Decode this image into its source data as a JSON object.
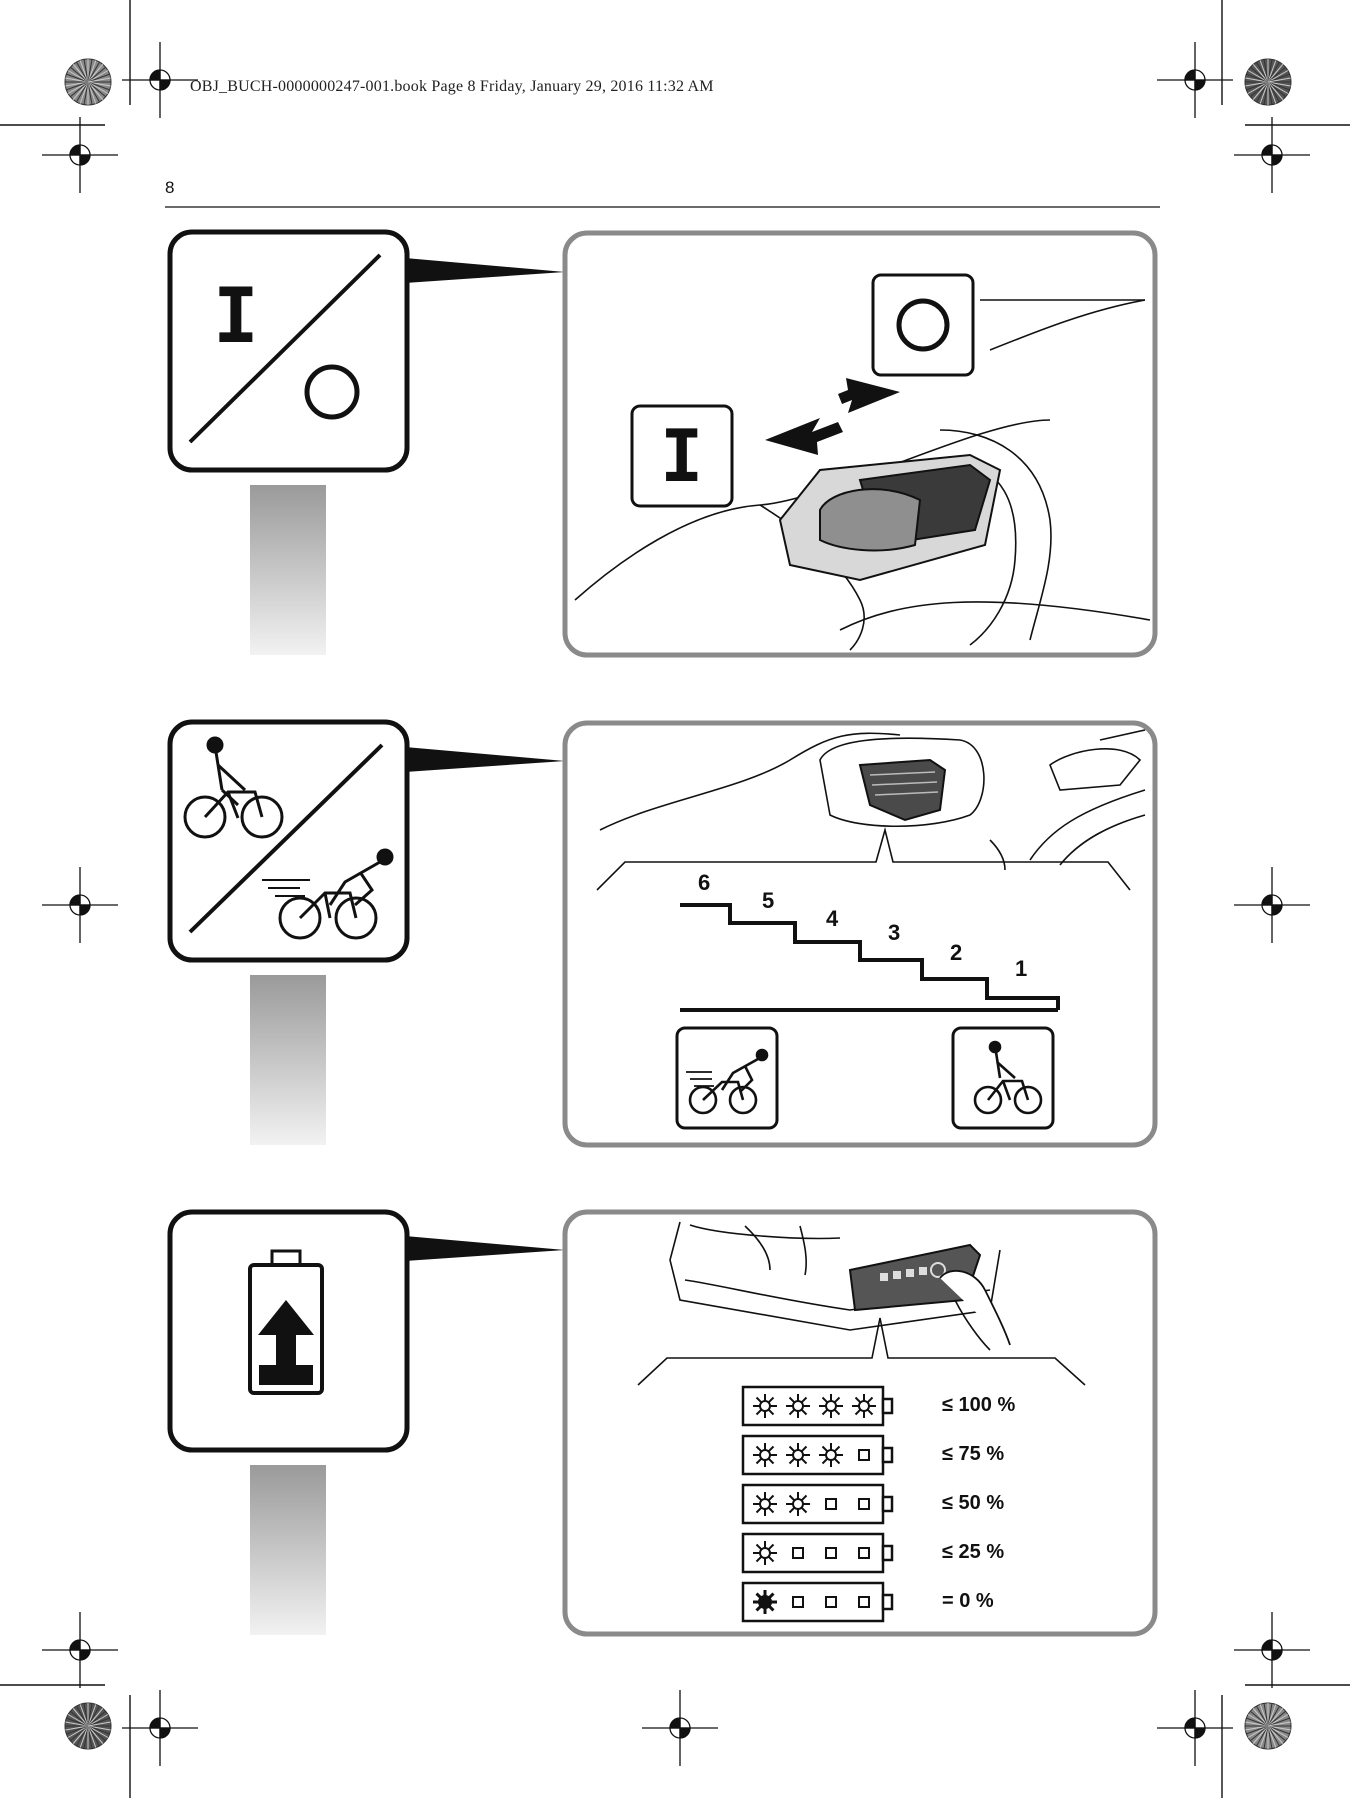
{
  "header": {
    "slug": "OBJ_BUCH-0000000247-001.book  Page 8  Friday, January 29, 2016  11:32 AM",
    "page_number": "8"
  },
  "panel_onoff": {
    "symbol_on": "I",
    "symbol_off": "O",
    "label_on": "I",
    "label_off": "O"
  },
  "panel_assist": {
    "levels": [
      "6",
      "5",
      "4",
      "3",
      "2",
      "1"
    ]
  },
  "panel_battery": {
    "rows": [
      {
        "lit": 4,
        "label": "≤ 100 %"
      },
      {
        "lit": 3,
        "label": "≤ 75 %"
      },
      {
        "lit": 2,
        "label": "≤ 50 %"
      },
      {
        "lit": 1,
        "label": "≤ 25 %"
      },
      {
        "lit": 1,
        "label": "= 0 %",
        "blinking": true
      }
    ]
  }
}
